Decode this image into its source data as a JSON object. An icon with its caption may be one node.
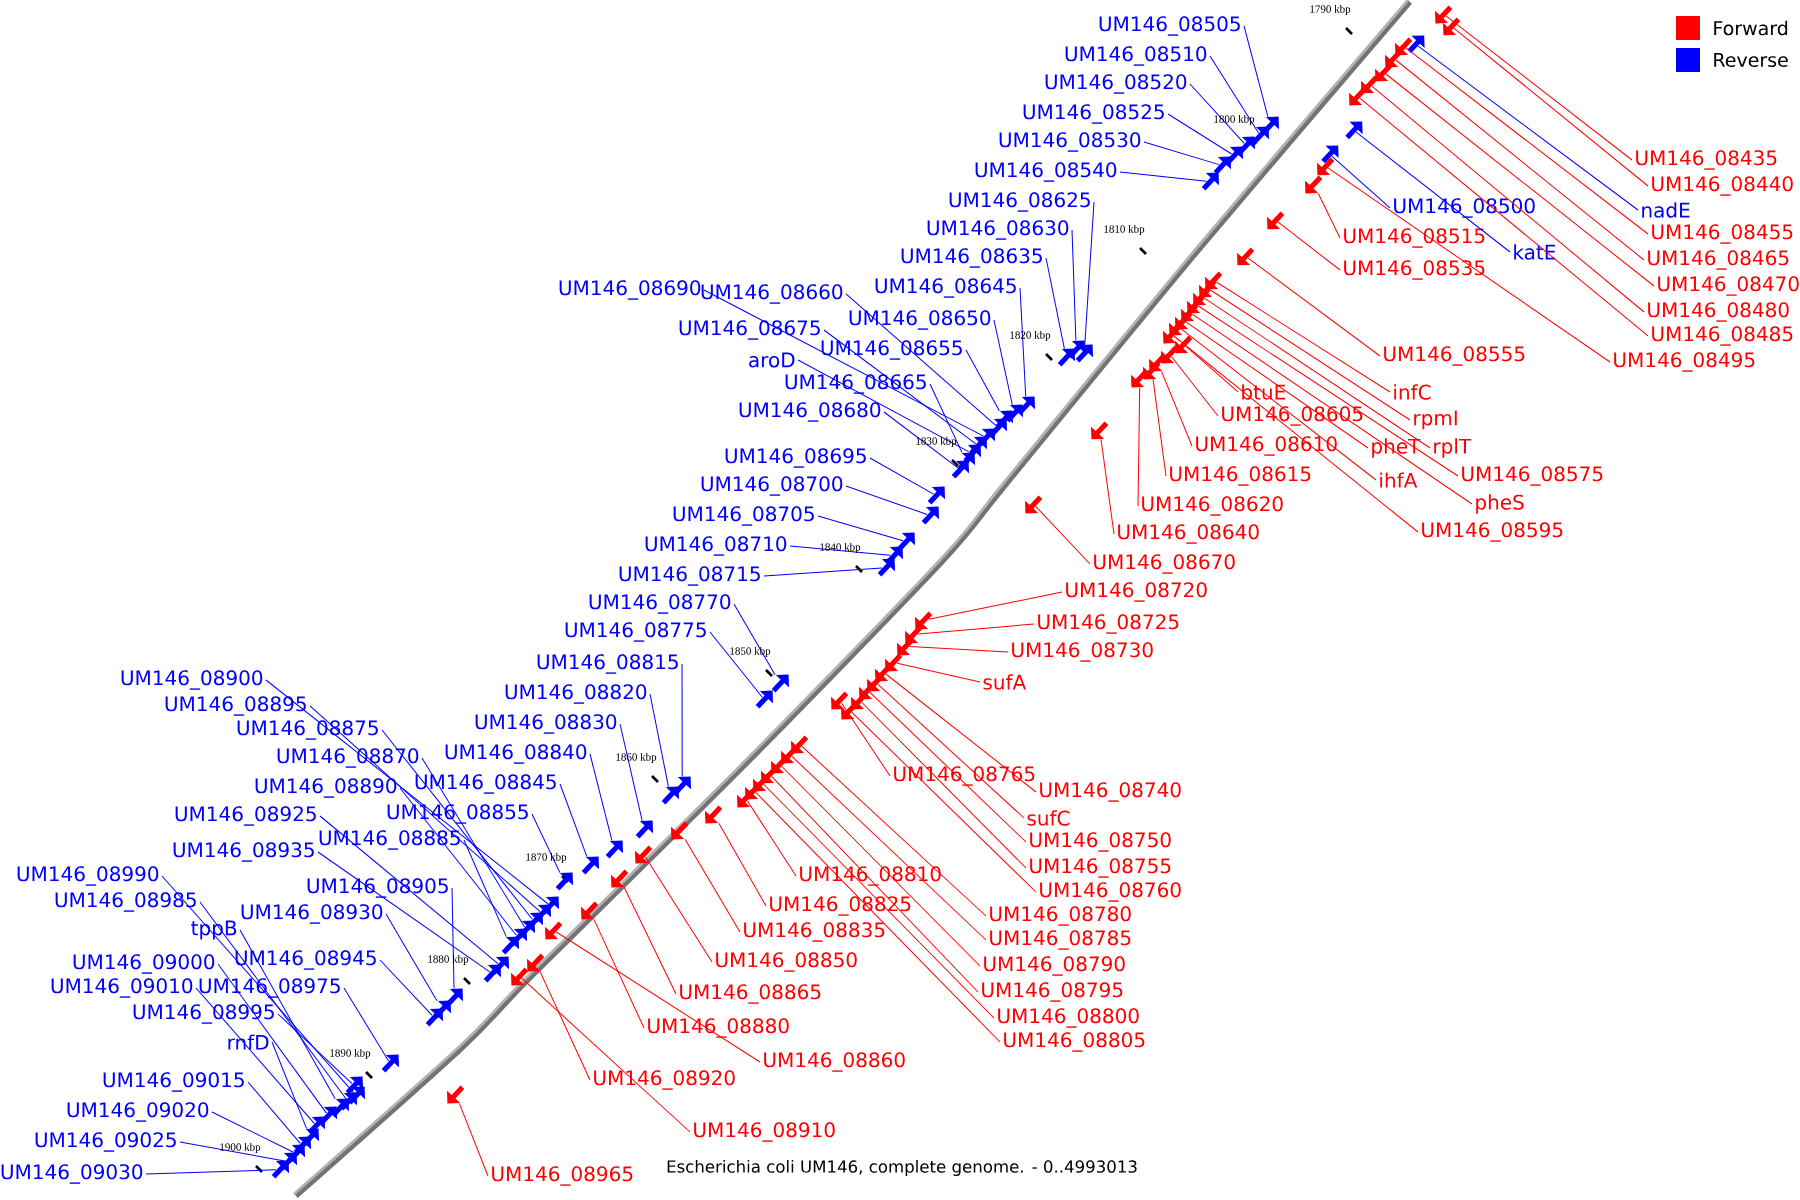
{
  "diagram": {
    "caption": "Escherichia coli UM146, complete genome. - 0..4993013",
    "nodes": [
      {
        "text": [
          "UM146_08505"
        ]
      },
      {
        "text": [
          "UM146_08510"
        ]
      },
      {
        "text": [
          "UM146_08520"
        ]
      },
      {
        "text": [
          "UM146_08525"
        ]
      },
      {
        "text": [
          "UM146_08530"
        ]
      },
      {
        "text": [
          "UM146_08540"
        ]
      },
      {
        "text": [
          "UM146_08625"
        ]
      },
      {
        "text": [
          "UM146_08630"
        ]
      },
      {
        "text": [
          "UM146_08635"
        ]
      },
      {
        "text": [
          "UM146_08645"
        ]
      },
      {
        "text": [
          "UM146_08650"
        ]
      },
      {
        "text": [
          "UM146_08655"
        ]
      },
      {
        "text": [
          "UM146_08690"
        ]
      },
      {
        "text": [
          "UM146_08660"
        ]
      },
      {
        "text": [
          "UM146_08675"
        ]
      },
      {
        "text": [
          "aroD"
        ]
      },
      {
        "text": [
          "UM146_08665"
        ]
      },
      {
        "text": [
          "UM146_08680"
        ]
      },
      {
        "text": [
          "UM146_08695"
        ]
      },
      {
        "text": [
          "UM146_08700"
        ]
      },
      {
        "text": [
          "UM146_08705"
        ]
      },
      {
        "text": [
          "UM146_08710"
        ]
      },
      {
        "text": [
          "UM146_08715"
        ]
      },
      {
        "text": [
          "UM146_08770"
        ]
      },
      {
        "text": [
          "UM146_08775"
        ]
      },
      {
        "text": [
          "UM146_08815"
        ]
      },
      {
        "text": [
          "UM146_08820"
        ]
      },
      {
        "text": [
          "UM146_08830"
        ]
      },
      {
        "text": [
          "UM146_08840"
        ]
      },
      {
        "text": [
          "UM146_08845"
        ]
      },
      {
        "text": [
          "UM146_08855"
        ]
      },
      {
        "text": [
          "UM146_08900"
        ]
      },
      {
        "text": [
          "UM146_08895"
        ]
      },
      {
        "text": [
          "UM146_08875"
        ]
      },
      {
        "text": [
          "UM146_08870"
        ]
      },
      {
        "text": [
          "UM146_08890"
        ]
      },
      {
        "text": [
          "UM146_08925"
        ]
      },
      {
        "text": [
          "UM146_08885"
        ]
      },
      {
        "text": [
          "UM146_08935"
        ]
      },
      {
        "text": [
          "UM146_08990"
        ]
      },
      {
        "text": [
          "UM146_08985"
        ]
      },
      {
        "text": [
          "UM146_08905"
        ]
      },
      {
        "text": [
          "UM146_08930"
        ]
      },
      {
        "text": [
          "tppB"
        ]
      },
      {
        "text": [
          "UM146_08945"
        ]
      },
      {
        "text": [
          "UM146_09000"
        ]
      },
      {
        "text": [
          "UM146_08975"
        ]
      },
      {
        "text": [
          "UM146_09010"
        ]
      },
      {
        "text": [
          "UM146_08995"
        ]
      },
      {
        "text": [
          "rnfD"
        ]
      },
      {
        "text": [
          "UM146_09015"
        ]
      },
      {
        "text": [
          "UM146_09020"
        ]
      },
      {
        "text": [
          "UM146_09025"
        ]
      },
      {
        "text": [
          "UM146_09030"
        ]
      },
      {
        "text": [
          "UM146_08435"
        ]
      },
      {
        "text": [
          "UM146_08440"
        ]
      },
      {
        "text": [
          "UM146_08500"
        ]
      },
      {
        "text": [
          "nadE"
        ]
      },
      {
        "text": [
          "UM146_08455"
        ]
      },
      {
        "text": [
          "UM146_08515"
        ]
      },
      {
        "text": [
          "katE"
        ]
      },
      {
        "text": [
          "UM146_08465"
        ]
      },
      {
        "text": [
          "UM146_08535"
        ]
      },
      {
        "text": [
          "UM146_08470"
        ]
      },
      {
        "text": [
          "UM146_08480"
        ]
      },
      {
        "text": [
          "UM146_08485"
        ]
      },
      {
        "text": [
          "UM146_08555"
        ]
      },
      {
        "text": [
          "UM146_08495"
        ]
      },
      {
        "text": [
          "infC"
        ]
      },
      {
        "text": [
          "btuE"
        ]
      },
      {
        "text": [
          "UM146_08605"
        ]
      },
      {
        "text": [
          "rpmI"
        ]
      },
      {
        "text": [
          "UM146_08610"
        ]
      },
      {
        "text": [
          "pheT"
        ]
      },
      {
        "text": [
          "rplT"
        ]
      },
      {
        "text": [
          "UM146_08615"
        ]
      },
      {
        "text": [
          "UM146_08575"
        ]
      },
      {
        "text": [
          "ihfA"
        ]
      },
      {
        "text": [
          "UM146_08620"
        ]
      },
      {
        "text": [
          "pheS"
        ]
      },
      {
        "text": [
          "UM146_08640"
        ]
      },
      {
        "text": [
          "UM146_08595"
        ]
      },
      {
        "text": [
          "UM146_08670"
        ]
      },
      {
        "text": [
          "UM146_08720"
        ]
      },
      {
        "text": [
          "UM146_08725"
        ]
      },
      {
        "text": [
          "UM146_08730"
        ]
      },
      {
        "text": [
          "sufA"
        ]
      },
      {
        "text": [
          "UM146_08765"
        ]
      },
      {
        "text": [
          "UM146_08740"
        ]
      },
      {
        "text": [
          "sufC"
        ]
      },
      {
        "text": [
          "UM146_08750"
        ]
      },
      {
        "text": [
          "UM146_08755"
        ]
      },
      {
        "text": [
          "UM146_08810"
        ]
      },
      {
        "text": [
          "UM146_08760"
        ]
      },
      {
        "text": [
          "UM146_08825"
        ]
      },
      {
        "text": [
          "UM146_08780"
        ]
      },
      {
        "text": [
          "UM146_08835"
        ]
      },
      {
        "text": [
          "UM146_08785"
        ]
      },
      {
        "text": [
          "UM146_08850"
        ]
      },
      {
        "text": [
          "UM146_08790"
        ]
      },
      {
        "text": [
          "UM146_08795"
        ]
      },
      {
        "text": [
          "UM146_08865"
        ]
      },
      {
        "text": [
          "UM146_08800"
        ]
      },
      {
        "text": [
          "UM146_08880"
        ]
      },
      {
        "text": [
          "UM146_08805"
        ]
      },
      {
        "text": [
          "UM146_08860"
        ]
      },
      {
        "text": [
          "UM146_08920"
        ]
      },
      {
        "text": [
          "UM146_08910"
        ]
      },
      {
        "text": [
          "UM146_08965"
        ]
      },
      {
        "text": [],
        "shape": "arrow"
      },
      {
        "text": [],
        "shape": "arrow"
      },
      {
        "text": [],
        "shape": "arrow"
      },
      {
        "text": [],
        "shape": "arrow"
      },
      {
        "text": [],
        "shape": "arrow"
      },
      {
        "text": [],
        "shape": "arrow"
      },
      {
        "text": [],
        "shape": "arrow"
      },
      {
        "text": [],
        "shape": "arrow"
      },
      {
        "text": [],
        "shape": "arrow"
      },
      {
        "text": [],
        "shape": "arrow"
      },
      {
        "text": [],
        "shape": "arrow"
      },
      {
        "text": [],
        "shape": "arrow"
      },
      {
        "text": [],
        "shape": "arrow"
      },
      {
        "text": [],
        "shape": "arrow"
      },
      {
        "text": [],
        "shape": "arrow"
      },
      {
        "text": [],
        "shape": "arrow"
      },
      {
        "text": [],
        "shape": "arrow"
      },
      {
        "text": [],
        "shape": "arrow"
      },
      {
        "text": [],
        "shape": "arrow"
      },
      {
        "text": [],
        "shape": "arrow"
      },
      {
        "text": [],
        "shape": "arrow"
      },
      {
        "text": [],
        "shape": "arrow"
      },
      {
        "text": [],
        "shape": "arrow"
      },
      {
        "text": [],
        "shape": "arrow"
      },
      {
        "text": [],
        "shape": "arrow"
      },
      {
        "text": [],
        "shape": "arrow"
      },
      {
        "text": [],
        "shape": "arrow"
      },
      {
        "text": [],
        "shape": "arrow"
      },
      {
        "text": [],
        "shape": "arrow"
      },
      {
        "text": [],
        "shape": "arrow"
      },
      {
        "text": [],
        "shape": "arrow"
      },
      {
        "text": [],
        "shape": "arrow"
      },
      {
        "text": [],
        "shape": "arrow"
      },
      {
        "text": [],
        "shape": "arrow"
      },
      {
        "text": [],
        "shape": "arrow"
      },
      {
        "text": [],
        "shape": "arrow"
      },
      {
        "text": [],
        "shape": "arrow"
      },
      {
        "text": [],
        "shape": "arrow"
      },
      {
        "text": [],
        "shape": "arrow"
      },
      {
        "text": [],
        "shape": "arrow"
      },
      {
        "text": [],
        "shape": "arrow"
      },
      {
        "text": [],
        "shape": "arrow"
      },
      {
        "text": [],
        "shape": "arrow"
      },
      {
        "text": [],
        "shape": "arrow"
      },
      {
        "text": [],
        "shape": "arrow"
      },
      {
        "text": [],
        "shape": "arrow"
      },
      {
        "text": [],
        "shape": "arrow"
      },
      {
        "text": [],
        "shape": "arrow"
      },
      {
        "text": [],
        "shape": "arrow"
      },
      {
        "text": [],
        "shape": "arrow"
      },
      {
        "text": [],
        "shape": "arrow"
      },
      {
        "text": [],
        "shape": "arrow"
      },
      {
        "text": [],
        "shape": "arrow"
      },
      {
        "text": [],
        "shape": "arrow"
      },
      {
        "text": [],
        "shape": "arrow"
      },
      {
        "text": [],
        "shape": "arrow"
      },
      {
        "text": [],
        "shape": "arrow"
      },
      {
        "text": [],
        "shape": "arrow"
      },
      {
        "text": [],
        "shape": "arrow"
      },
      {
        "text": [],
        "shape": "arrow"
      },
      {
        "text": [],
        "shape": "arrow"
      },
      {
        "text": [],
        "shape": "arrow"
      },
      {
        "text": [],
        "shape": "arrow"
      },
      {
        "text": [],
        "shape": "arrow"
      },
      {
        "text": [],
        "shape": "arrow"
      },
      {
        "text": [],
        "shape": "arrow"
      },
      {
        "text": [],
        "shape": "arrow"
      },
      {
        "text": [],
        "shape": "arrow"
      },
      {
        "text": [],
        "shape": "arrow"
      },
      {
        "text": [],
        "shape": "arrow"
      },
      {
        "text": [],
        "shape": "arrow"
      },
      {
        "text": [],
        "shape": "arrow"
      },
      {
        "text": [],
        "shape": "arrow"
      },
      {
        "text": [],
        "shape": "arrow"
      },
      {
        "text": [],
        "shape": "arrow"
      },
      {
        "text": [],
        "shape": "arrow"
      },
      {
        "text": [],
        "shape": "arrow"
      },
      {
        "text": [],
        "shape": "arrow"
      },
      {
        "text": [],
        "shape": "arrow"
      },
      {
        "text": [],
        "shape": "arrow"
      },
      {
        "text": [],
        "shape": "arrow"
      },
      {
        "text": [],
        "shape": "arrow"
      },
      {
        "text": [],
        "shape": "arrow"
      },
      {
        "text": [],
        "shape": "arrow"
      },
      {
        "text": [],
        "shape": "arrow"
      },
      {
        "text": [],
        "shape": "arrow"
      },
      {
        "text": [],
        "shape": "arrow"
      },
      {
        "text": [],
        "shape": "arrow"
      },
      {
        "text": [],
        "shape": "arrow"
      },
      {
        "text": [],
        "shape": "arrow"
      },
      {
        "text": [],
        "shape": "arrow"
      },
      {
        "text": [],
        "shape": "arrow"
      },
      {
        "text": [],
        "shape": "arrow"
      },
      {
        "text": [],
        "shape": "arrow"
      },
      {
        "text": [],
        "shape": "arrow"
      },
      {
        "text": [],
        "shape": "arrow"
      },
      {
        "text": [],
        "shape": "arrow"
      },
      {
        "text": [],
        "shape": "arrow"
      },
      {
        "text": [],
        "shape": "arrow"
      },
      {
        "text": [],
        "shape": "arrow"
      },
      {
        "text": [],
        "shape": "arrow"
      },
      {
        "text": [],
        "shape": "arrow"
      },
      {
        "text": [],
        "shape": "arrow"
      },
      {
        "text": [],
        "shape": "arrow"
      },
      {
        "text": [],
        "shape": "arrow"
      },
      {
        "text": [],
        "shape": "arrow"
      },
      {
        "text": [],
        "shape": "arrow"
      },
      {
        "text": [],
        "shape": "arrow"
      },
      {
        "text": [],
        "shape": "arrow"
      }
    ],
    "edges": [
      {
        "from": 0,
        "to": 109,
        "arrow": "none",
        "color": "#0000ff"
      },
      {
        "from": 1,
        "to": 110,
        "arrow": "none",
        "color": "#0000ff"
      },
      {
        "from": 2,
        "to": 111,
        "arrow": "none",
        "color": "#0000ff"
      },
      {
        "from": 3,
        "to": 112,
        "arrow": "none",
        "color": "#0000ff"
      },
      {
        "from": 4,
        "to": 113,
        "arrow": "none",
        "color": "#0000ff"
      },
      {
        "from": 5,
        "to": 114,
        "arrow": "none",
        "color": "#0000ff"
      },
      {
        "from": 6,
        "to": 115,
        "arrow": "none",
        "color": "#0000ff"
      },
      {
        "from": 7,
        "to": 116,
        "arrow": "none",
        "color": "#0000ff"
      },
      {
        "from": 8,
        "to": 117,
        "arrow": "none",
        "color": "#0000ff"
      },
      {
        "from": 9,
        "to": 118,
        "arrow": "none",
        "color": "#0000ff"
      },
      {
        "from": 10,
        "to": 119,
        "arrow": "none",
        "color": "#0000ff"
      },
      {
        "from": 11,
        "to": 120,
        "arrow": "none",
        "color": "#0000ff"
      },
      {
        "from": 12,
        "to": 121,
        "arrow": "none",
        "color": "#0000ff"
      },
      {
        "from": 13,
        "to": 122,
        "arrow": "none",
        "color": "#0000ff"
      },
      {
        "from": 14,
        "to": 123,
        "arrow": "none",
        "color": "#0000ff"
      },
      {
        "from": 15,
        "to": 124,
        "arrow": "none",
        "color": "#0000ff"
      },
      {
        "from": 16,
        "to": 125,
        "arrow": "none",
        "color": "#0000ff"
      },
      {
        "from": 17,
        "to": 126,
        "arrow": "none",
        "color": "#0000ff"
      },
      {
        "from": 18,
        "to": 127,
        "arrow": "none",
        "color": "#0000ff"
      },
      {
        "from": 19,
        "to": 128,
        "arrow": "none",
        "color": "#0000ff"
      },
      {
        "from": 20,
        "to": 129,
        "arrow": "none",
        "color": "#0000ff"
      },
      {
        "from": 21,
        "to": 130,
        "arrow": "none",
        "color": "#0000ff"
      },
      {
        "from": 22,
        "to": 131,
        "arrow": "none",
        "color": "#0000ff"
      },
      {
        "from": 23,
        "to": 132,
        "arrow": "none",
        "color": "#0000ff"
      },
      {
        "from": 24,
        "to": 133,
        "arrow": "none",
        "color": "#0000ff"
      },
      {
        "from": 25,
        "to": 134,
        "arrow": "none",
        "color": "#0000ff"
      },
      {
        "from": 26,
        "to": 135,
        "arrow": "none",
        "color": "#0000ff"
      },
      {
        "from": 27,
        "to": 136,
        "arrow": "none",
        "color": "#0000ff"
      },
      {
        "from": 28,
        "to": 137,
        "arrow": "none",
        "color": "#0000ff"
      },
      {
        "from": 29,
        "to": 138,
        "arrow": "none",
        "color": "#0000ff"
      },
      {
        "from": 30,
        "to": 139,
        "arrow": "none",
        "color": "#0000ff"
      },
      {
        "from": 31,
        "to": 140,
        "arrow": "none",
        "color": "#0000ff"
      },
      {
        "from": 32,
        "to": 141,
        "arrow": "none",
        "color": "#0000ff"
      },
      {
        "from": 33,
        "to": 142,
        "arrow": "none",
        "color": "#0000ff"
      },
      {
        "from": 34,
        "to": 143,
        "arrow": "none",
        "color": "#0000ff"
      },
      {
        "from": 35,
        "to": 144,
        "arrow": "none",
        "color": "#0000ff"
      },
      {
        "from": 36,
        "to": 145,
        "arrow": "none",
        "color": "#0000ff"
      },
      {
        "from": 37,
        "to": 146,
        "arrow": "none",
        "color": "#0000ff"
      },
      {
        "from": 38,
        "to": 147,
        "arrow": "none",
        "color": "#0000ff"
      },
      {
        "from": 39,
        "to": 148,
        "arrow": "none",
        "color": "#0000ff"
      },
      {
        "from": 40,
        "to": 149,
        "arrow": "none",
        "color": "#0000ff"
      },
      {
        "from": 41,
        "to": 150,
        "arrow": "none",
        "color": "#0000ff"
      },
      {
        "from": 42,
        "to": 151,
        "arrow": "none",
        "color": "#0000ff"
      },
      {
        "from": 43,
        "to": 152,
        "arrow": "none",
        "color": "#0000ff"
      },
      {
        "from": 44,
        "to": 153,
        "arrow": "none",
        "color": "#0000ff"
      },
      {
        "from": 45,
        "to": 154,
        "arrow": "none",
        "color": "#0000ff"
      },
      {
        "from": 46,
        "to": 155,
        "arrow": "none",
        "color": "#0000ff"
      },
      {
        "from": 47,
        "to": 156,
        "arrow": "none",
        "color": "#0000ff"
      },
      {
        "from": 48,
        "to": 157,
        "arrow": "none",
        "color": "#0000ff"
      },
      {
        "from": 49,
        "to": 158,
        "arrow": "none",
        "color": "#0000ff"
      },
      {
        "from": 50,
        "to": 159,
        "arrow": "none",
        "color": "#0000ff"
      },
      {
        "from": 51,
        "to": 160,
        "arrow": "none",
        "color": "#0000ff"
      },
      {
        "from": 52,
        "to": 161,
        "arrow": "none",
        "color": "#0000ff"
      },
      {
        "from": 53,
        "to": 162,
        "arrow": "none",
        "color": "#0000ff"
      },
      {
        "from": 54,
        "to": 163,
        "arrow": "none",
        "color": "#ff0000"
      },
      {
        "from": 55,
        "to": 164,
        "arrow": "none",
        "color": "#ff0000"
      },
      {
        "from": 56,
        "to": 165,
        "arrow": "none",
        "color": "#0000ff"
      },
      {
        "from": 57,
        "to": 166,
        "arrow": "none",
        "color": "#0000ff"
      },
      {
        "from": 58,
        "to": 167,
        "arrow": "none",
        "color": "#ff0000"
      },
      {
        "from": 59,
        "to": 168,
        "arrow": "none",
        "color": "#ff0000"
      },
      {
        "from": 60,
        "to": 169,
        "arrow": "none",
        "color": "#0000ff"
      },
      {
        "from": 61,
        "to": 170,
        "arrow": "none",
        "color": "#ff0000"
      },
      {
        "from": 62,
        "to": 171,
        "arrow": "none",
        "color": "#ff0000"
      },
      {
        "from": 63,
        "to": 172,
        "arrow": "none",
        "color": "#ff0000"
      },
      {
        "from": 64,
        "to": 173,
        "arrow": "none",
        "color": "#ff0000"
      },
      {
        "from": 65,
        "to": 174,
        "arrow": "none",
        "color": "#ff0000"
      },
      {
        "from": 66,
        "to": 175,
        "arrow": "none",
        "color": "#ff0000"
      },
      {
        "from": 67,
        "to": 176,
        "arrow": "none",
        "color": "#ff0000"
      },
      {
        "from": 68,
        "to": 177,
        "arrow": "none",
        "color": "#ff0000"
      },
      {
        "from": 69,
        "to": 178,
        "arrow": "none",
        "color": "#ff0000"
      },
      {
        "from": 70,
        "to": 179,
        "arrow": "none",
        "color": "#ff0000"
      },
      {
        "from": 71,
        "to": 180,
        "arrow": "none",
        "color": "#ff0000"
      },
      {
        "from": 72,
        "to": 181,
        "arrow": "none",
        "color": "#ff0000"
      },
      {
        "from": 73,
        "to": 182,
        "arrow": "none",
        "color": "#ff0000"
      },
      {
        "from": 74,
        "to": 183,
        "arrow": "none",
        "color": "#ff0000"
      },
      {
        "from": 75,
        "to": 184,
        "arrow": "none",
        "color": "#ff0000"
      },
      {
        "from": 76,
        "to": 185,
        "arrow": "none",
        "color": "#ff0000"
      },
      {
        "from": 77,
        "to": 186,
        "arrow": "none",
        "color": "#ff0000"
      },
      {
        "from": 78,
        "to": 187,
        "arrow": "none",
        "color": "#ff0000"
      },
      {
        "from": 79,
        "to": 188,
        "arrow": "none",
        "color": "#ff0000"
      },
      {
        "from": 80,
        "to": 189,
        "arrow": "none",
        "color": "#ff0000"
      },
      {
        "from": 81,
        "to": 190,
        "arrow": "none",
        "color": "#ff0000"
      },
      {
        "from": 82,
        "to": 191,
        "arrow": "none",
        "color": "#ff0000"
      },
      {
        "from": 83,
        "to": 192,
        "arrow": "none",
        "color": "#ff0000"
      },
      {
        "from": 84,
        "to": 193,
        "arrow": "none",
        "color": "#ff0000"
      },
      {
        "from": 85,
        "to": 194,
        "arrow": "none",
        "color": "#ff0000"
      },
      {
        "from": 86,
        "to": 195,
        "arrow": "none",
        "color": "#ff0000"
      },
      {
        "from": 87,
        "to": 196,
        "arrow": "none",
        "color": "#ff0000"
      },
      {
        "from": 88,
        "to": 197,
        "arrow": "none",
        "color": "#ff0000"
      },
      {
        "from": 89,
        "to": 198,
        "arrow": "none",
        "color": "#ff0000"
      },
      {
        "from": 90,
        "to": 199,
        "arrow": "none",
        "color": "#ff0000"
      },
      {
        "from": 91,
        "to": 200,
        "arrow": "none",
        "color": "#ff0000"
      },
      {
        "from": 92,
        "to": 201,
        "arrow": "none",
        "color": "#ff0000"
      },
      {
        "from": 93,
        "to": 202,
        "arrow": "none",
        "color": "#ff0000"
      },
      {
        "from": 94,
        "to": 203,
        "arrow": "none",
        "color": "#ff0000"
      },
      {
        "from": 95,
        "to": 204,
        "arrow": "none",
        "color": "#ff0000"
      },
      {
        "from": 96,
        "to": 205,
        "arrow": "none",
        "color": "#ff0000"
      },
      {
        "from": 97,
        "to": 206,
        "arrow": "none",
        "color": "#ff0000"
      },
      {
        "from": 98,
        "to": 207,
        "arrow": "none",
        "color": "#ff0000"
      },
      {
        "from": 99,
        "to": 208,
        "arrow": "none",
        "color": "#ff0000"
      },
      {
        "from": 100,
        "to": 209,
        "arrow": "none",
        "color": "#ff0000"
      },
      {
        "from": 101,
        "to": 210,
        "arrow": "none",
        "color": "#ff0000"
      },
      {
        "from": 102,
        "to": 211,
        "arrow": "none",
        "color": "#ff0000"
      },
      {
        "from": 103,
        "to": 212,
        "arrow": "none",
        "color": "#ff0000"
      },
      {
        "from": 104,
        "to": 213,
        "arrow": "none",
        "color": "#ff0000"
      },
      {
        "from": 105,
        "to": 214,
        "arrow": "none",
        "color": "#ff0000"
      },
      {
        "from": 106,
        "to": 215,
        "arrow": "none",
        "color": "#ff0000"
      },
      {
        "from": 107,
        "to": 216,
        "arrow": "none",
        "color": "#ff0000"
      },
      {
        "from": 108,
        "to": 217,
        "arrow": "none",
        "color": "#ff0000"
      }
    ],
    "labels": [
      "1790 kbp",
      "1800 kbp",
      "1810 kbp",
      "1820 kbp",
      "1830 kbp",
      "1840 kbp",
      "1850 kbp",
      "1860 kbp",
      "1870 kbp",
      "1880 kbp",
      "1890 kbp",
      "1900 kbp"
    ],
    "legend": [
      {
        "text": "Forward",
        "color": "#ff0000"
      },
      {
        "text": "Reverse",
        "color": "#0000ff"
      }
    ]
  }
}
